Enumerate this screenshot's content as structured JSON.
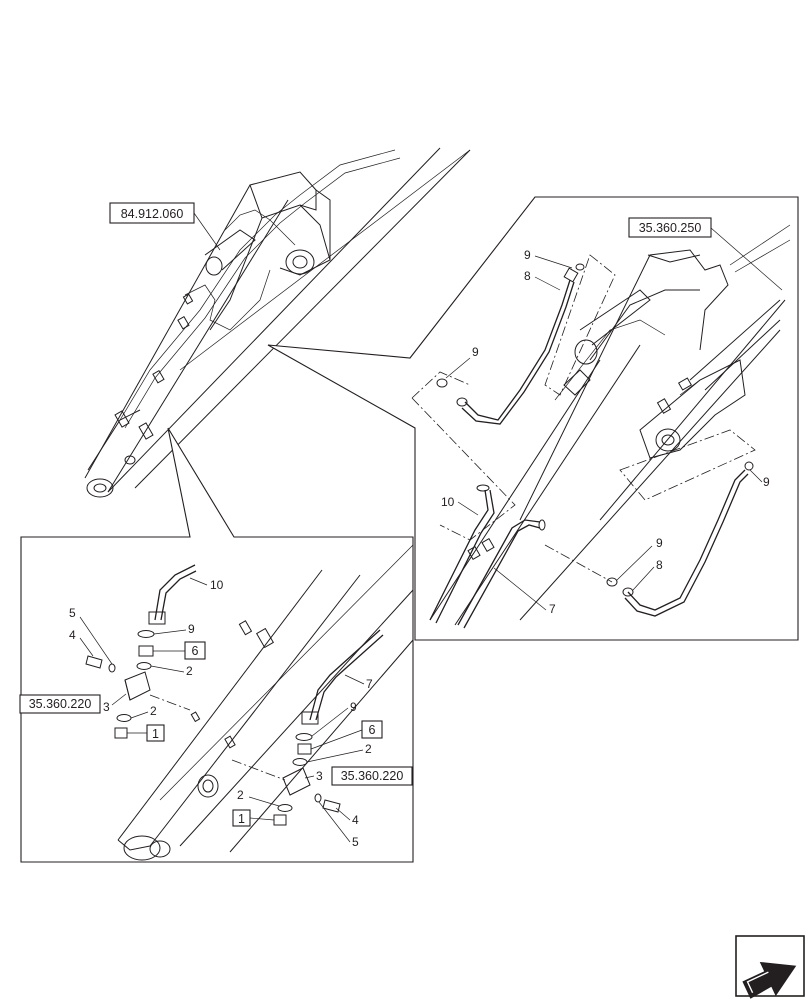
{
  "references": {
    "main_arm": "84.912.060",
    "right_detail": "35.360.250",
    "left_block": "35.360.220",
    "right_block": "35.360.220"
  },
  "callouts": {
    "pipe": "10",
    "pipe_right": "7",
    "o_ring": "9",
    "hose": "8",
    "adapter": "6",
    "seal": "2",
    "block": "3",
    "plug": "1",
    "bolt": "4",
    "washer": "5"
  },
  "icons": {
    "nav": "next-page-arrow-icon"
  }
}
